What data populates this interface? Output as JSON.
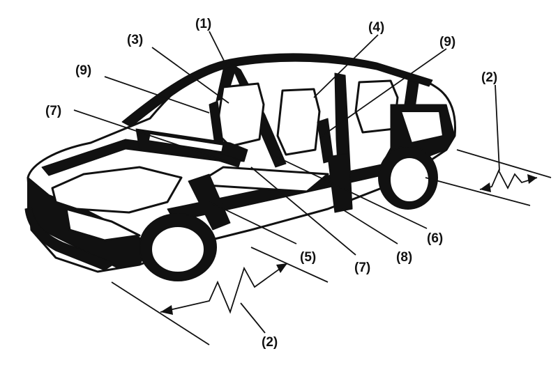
{
  "diagram": {
    "subject": "car-body-structure-cutaway",
    "colors": {
      "ink": "#111111",
      "paper": "#ffffff"
    },
    "callouts": [
      {
        "id": "c1",
        "text": "(1)"
      },
      {
        "id": "c3",
        "text": "(3)"
      },
      {
        "id": "c4",
        "text": "(4)"
      },
      {
        "id": "c9a",
        "text": "(9)"
      },
      {
        "id": "c9b",
        "text": "(9)"
      },
      {
        "id": "c2a",
        "text": "(2)"
      },
      {
        "id": "c7a",
        "text": "(7)"
      },
      {
        "id": "c5",
        "text": "(5)"
      },
      {
        "id": "c7b",
        "text": "(7)"
      },
      {
        "id": "c8",
        "text": "(8)"
      },
      {
        "id": "c6",
        "text": "(6)"
      },
      {
        "id": "c2b",
        "text": "(2)"
      }
    ]
  }
}
